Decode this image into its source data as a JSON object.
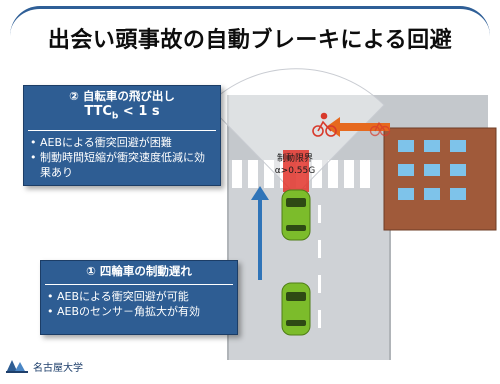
{
  "title": "出会い頭事故の自動ブレーキによる回避",
  "box2": {
    "heading": "② 自転車の飛び出し",
    "ttc_label": "TTC",
    "ttc_sub": "b",
    "ttc_rest": " < 1 s",
    "bullets": [
      "AEBによる衝突回避が困難",
      "制動時間短縮が衝突速度低減に効果あり"
    ]
  },
  "box1": {
    "heading": "① 四輪車の制動遅れ",
    "bullets": [
      "AEBによる衝突回避が可能",
      "AEBのセンサ－角拡大が有効"
    ]
  },
  "braking": {
    "label": "制動限界",
    "value": "α>0.55G"
  },
  "logo": {
    "name": "名古屋大学"
  },
  "colors": {
    "box_blue": "#2e5d93",
    "road": "#cfd2d6",
    "car_green": "#7cbc2b",
    "arrow_blue": "#2f74b8",
    "arrow_orange": "#e6691e",
    "braking_red": "#e2322a",
    "building": "#a05a3a"
  }
}
